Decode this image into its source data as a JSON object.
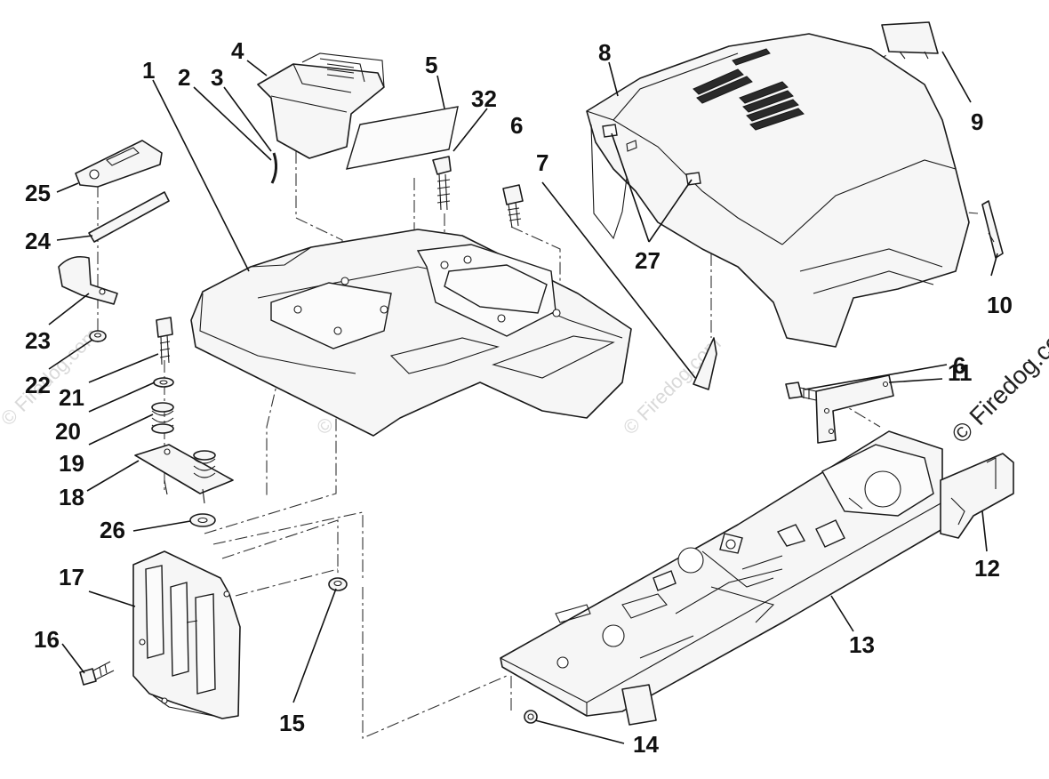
{
  "diagram": {
    "callouts": {
      "c1": "1",
      "c2": "2",
      "c3": "3",
      "c4": "4",
      "c5": "5",
      "c32": "32",
      "c6a": "6",
      "c7": "7",
      "c8": "8",
      "c9": "9",
      "c27": "27",
      "c10": "10",
      "c6b": "6",
      "c11": "11",
      "c12": "12",
      "c13": "13",
      "c14": "14",
      "c15": "15",
      "c16": "16",
      "c17": "17",
      "c18": "18",
      "c19": "19",
      "c20": "20",
      "c21": "21",
      "c22": "22",
      "c23": "23",
      "c24": "24",
      "c25": "25",
      "c26": "26"
    },
    "watermark": "© Firedog.com",
    "watermark_faint": "© Firedog.com"
  }
}
